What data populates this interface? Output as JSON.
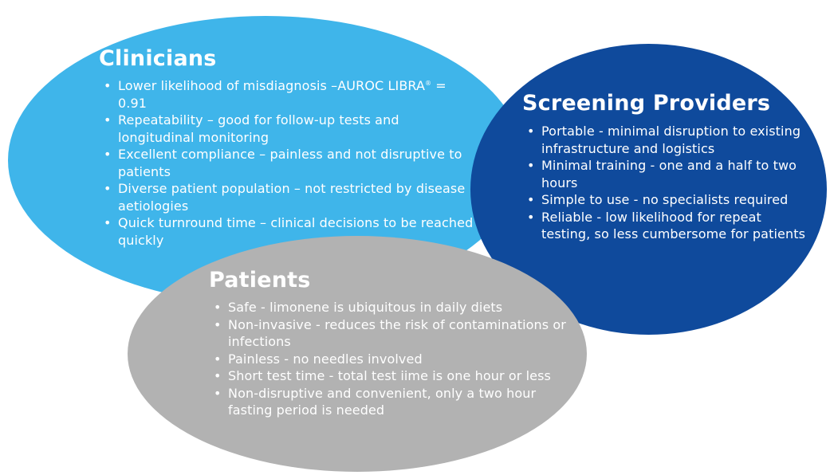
{
  "colors": {
    "clinicians": "#3fb5ea",
    "screening_providers": "#0f4a9c",
    "patients": "#b2b2b2",
    "text": "#ffffff"
  },
  "clinicians": {
    "title": "Clinicians",
    "items": [
      "Lower likelihood of misdiagnosis –AUROC LIBRA",
      "Repeatability – good for follow-up tests and longitudinal monitoring",
      "Excellent compliance – painless and not disruptive to patients",
      "Diverse patient population – not restricted by disease aetiologies",
      "Quick turnround time – clinical decisions to be reached quickly"
    ],
    "item1_registered_mark": "®",
    "item1_value": " = 0.91"
  },
  "screening_providers": {
    "title": "Screening Providers",
    "items": [
      "Portable - minimal disruption to existing infrastructure and logistics",
      "Minimal training - one and a half to two hours",
      "Simple to use - no specialists required",
      "Reliable - low likelihood for repeat testing, so less cumbersome for patients"
    ]
  },
  "patients": {
    "title": "Patients",
    "items": [
      "Safe - limonene is ubiquitous in daily diets",
      "Non-invasive - reduces the risk of contaminations or infections",
      "Painless - no needles involved",
      "Short test time - total test iime is one hour or less",
      "Non-disruptive and convenient, only a two hour fasting period is needed"
    ]
  }
}
